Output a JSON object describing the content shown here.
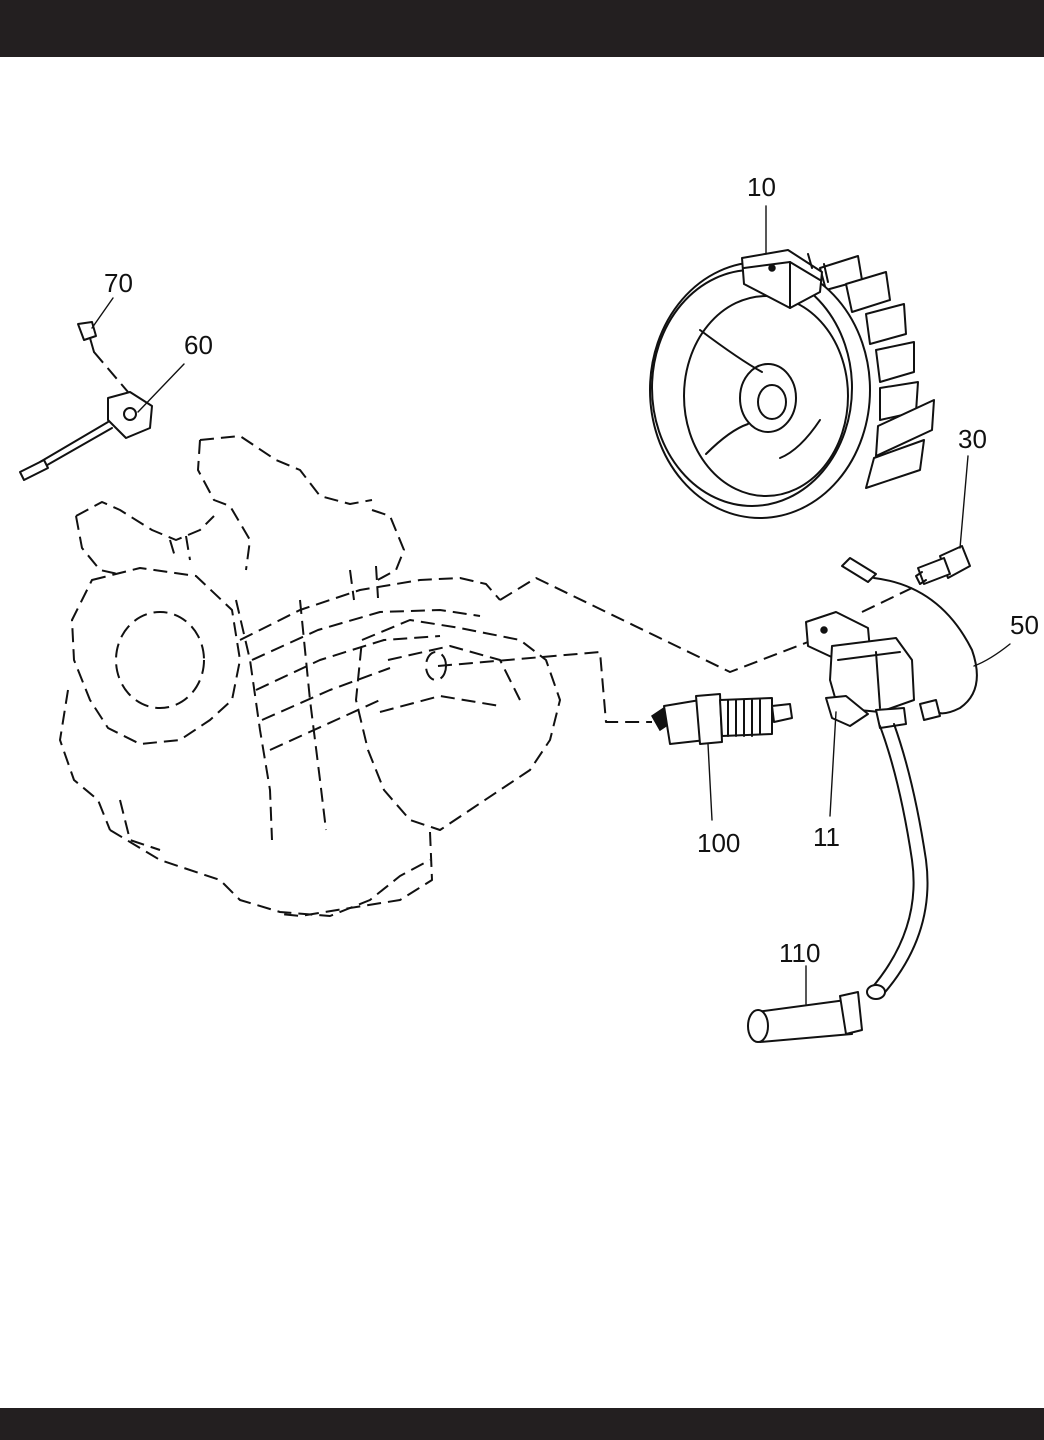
{
  "header_bar": {
    "color": "#231f20"
  },
  "footer_bar": {
    "color": "#231f20"
  },
  "callouts": [
    {
      "id": "c10",
      "text": "10",
      "part": "flywheel"
    },
    {
      "id": "c70",
      "text": "70",
      "part": "screw"
    },
    {
      "id": "c60",
      "text": "60",
      "part": "oil-sensor"
    },
    {
      "id": "c30",
      "text": "30",
      "part": "bolt"
    },
    {
      "id": "c50",
      "text": "50",
      "part": "ground-wire"
    },
    {
      "id": "c100",
      "text": "100",
      "part": "spark-plug"
    },
    {
      "id": "c11",
      "text": "11",
      "part": "ignition-coil"
    },
    {
      "id": "c110",
      "text": "110",
      "part": "spark-plug-cap"
    }
  ]
}
